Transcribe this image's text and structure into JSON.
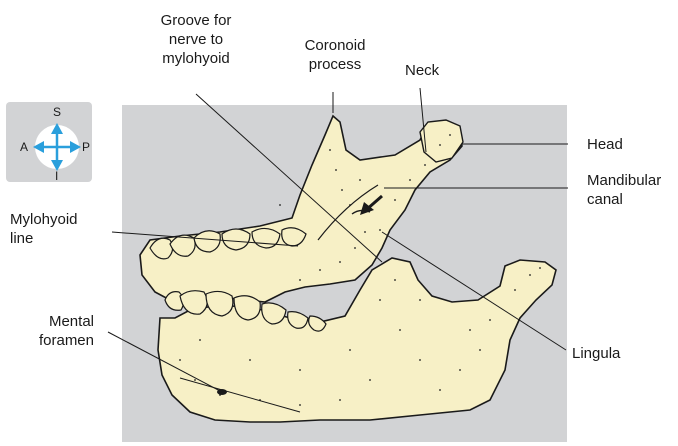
{
  "labels": {
    "groove": "Groove for\nnerve to\nmylohyoid",
    "coronoid": "Coronoid\nprocess",
    "neck": "Neck",
    "head": "Head",
    "mandibular_canal": "Mandibular\ncanal",
    "mylohyoid_line": "Mylohyoid\nline",
    "mental_foramen": "Mental\nforamen",
    "lingula": "Lingula"
  },
  "compass": {
    "superior": "S",
    "inferior": "I",
    "anterior": "A",
    "posterior": "P"
  },
  "colors": {
    "background_panel": "#d2d3d5",
    "bone": "#f7f0c6",
    "outline": "#1a1a1a",
    "arrow": "#2a9fdc"
  }
}
